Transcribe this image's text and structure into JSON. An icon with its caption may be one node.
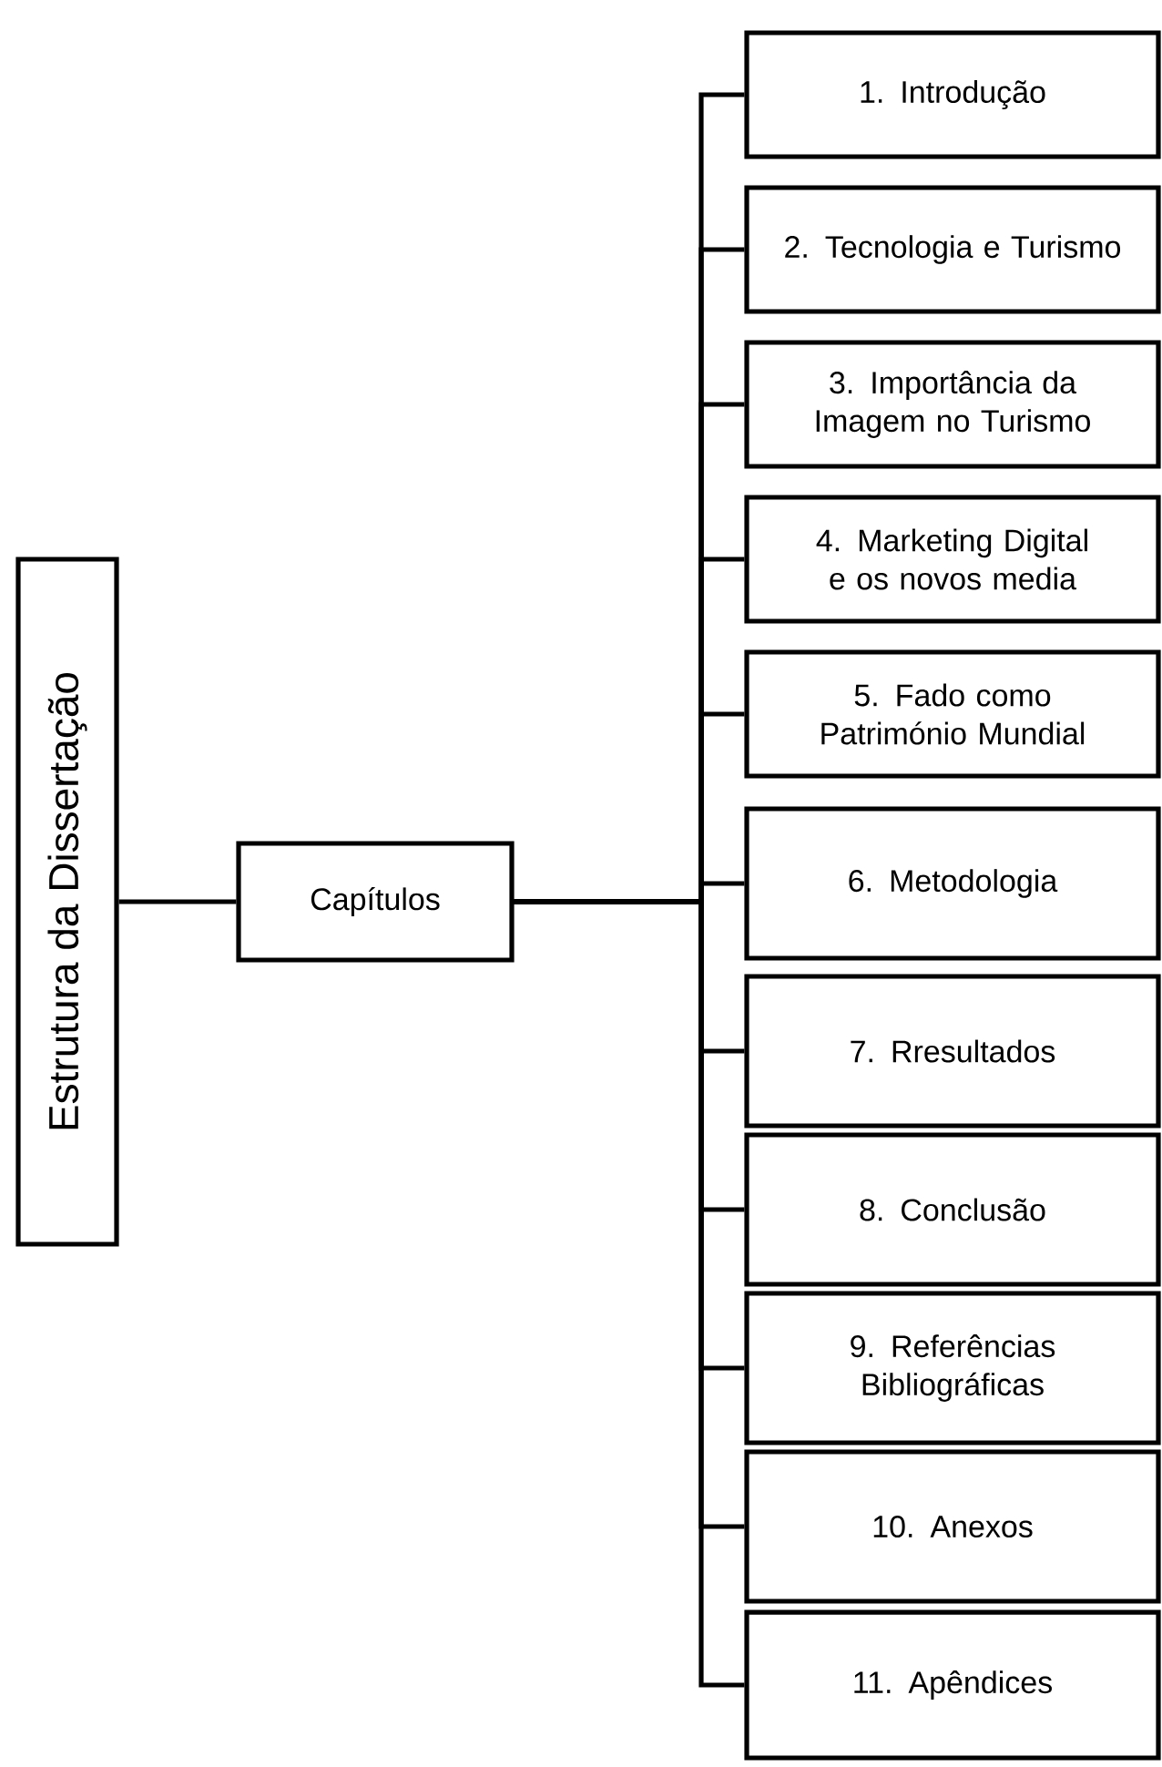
{
  "diagram": {
    "nodes": [
      {
        "text": [
          "Estrutura da Dissertação"
        ]
      },
      {
        "text": [
          "Capítulos"
        ]
      },
      {
        "text": [
          "1. Introdução"
        ]
      },
      {
        "text": [
          "2. Tecnologia e Turismo"
        ]
      },
      {
        "text": [
          "3. Importância da Imagem no Turismo"
        ]
      },
      {
        "text": [
          "4. Marketing Digital e os novos media"
        ]
      },
      {
        "text": [
          "5. Fado como Património Mundial"
        ]
      },
      {
        "text": [
          "6. Metodologia"
        ]
      },
      {
        "text": [
          "7. Rresultados"
        ]
      },
      {
        "text": [
          "8. Conclusão"
        ]
      },
      {
        "text": [
          "9. Referências Bibliográficas"
        ]
      },
      {
        "text": [
          "10. Anexos"
        ]
      },
      {
        "text": [
          "11. Apêndices"
        ]
      }
    ],
    "edges": [
      {
        "from": 0,
        "to": 1,
        "arrow": "none"
      },
      {
        "from": 1,
        "to": 2,
        "arrow": "none"
      },
      {
        "from": 1,
        "to": 3,
        "arrow": "none"
      },
      {
        "from": 1,
        "to": 4,
        "arrow": "none"
      },
      {
        "from": 1,
        "to": 5,
        "arrow": "none"
      },
      {
        "from": 1,
        "to": 6,
        "arrow": "none"
      },
      {
        "from": 1,
        "to": 7,
        "arrow": "none"
      },
      {
        "from": 1,
        "to": 8,
        "arrow": "none"
      },
      {
        "from": 1,
        "to": 9,
        "arrow": "none"
      },
      {
        "from": 1,
        "to": 10,
        "arrow": "none"
      },
      {
        "from": 1,
        "to": 11,
        "arrow": "none"
      },
      {
        "from": 1,
        "to": 12,
        "arrow": "none"
      }
    ]
  }
}
